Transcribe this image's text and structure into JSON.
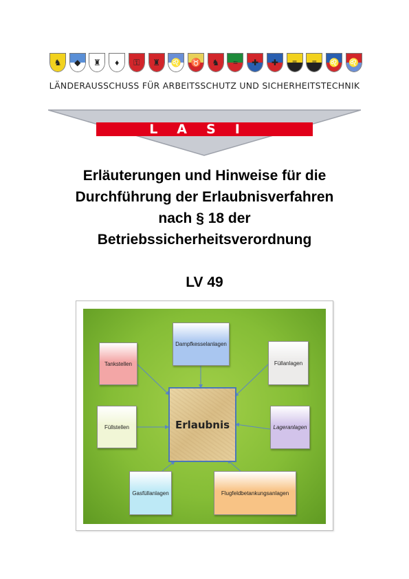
{
  "header": {
    "crests": [
      {
        "icon": "crest-baden-wuerttemberg-icon",
        "top": "#f2d21e",
        "bottom": "#f2d21e",
        "glyph": "♞"
      },
      {
        "icon": "crest-bayern-icon",
        "top": "#5a8fd6",
        "bottom": "#ffffff",
        "glyph": "◆"
      },
      {
        "icon": "crest-berlin-icon",
        "top": "#ffffff",
        "bottom": "#ffffff",
        "glyph": "♜"
      },
      {
        "icon": "crest-brandenburg-icon",
        "top": "#ffffff",
        "bottom": "#ffffff",
        "glyph": "♦"
      },
      {
        "icon": "crest-bremen-icon",
        "top": "#d2262b",
        "bottom": "#d2262b",
        "glyph": "⚿"
      },
      {
        "icon": "crest-hamburg-icon",
        "top": "#d2262b",
        "bottom": "#d2262b",
        "glyph": "♜"
      },
      {
        "icon": "crest-hessen-icon",
        "top": "#6a8fd6",
        "bottom": "#ffffff",
        "glyph": "♌"
      },
      {
        "icon": "crest-mecklenburg-vorpommern-icon",
        "top": "#e8d15a",
        "bottom": "#d2262b",
        "glyph": "♉"
      },
      {
        "icon": "crest-niedersachsen-icon",
        "top": "#d2262b",
        "bottom": "#d2262b",
        "glyph": "♞"
      },
      {
        "icon": "crest-nordrhein-westfalen-icon",
        "top": "#1e8a3a",
        "bottom": "#d2262b",
        "glyph": "≈"
      },
      {
        "icon": "crest-rheinland-pfalz-icon",
        "top": "#d2262b",
        "bottom": "#2a5fb0",
        "glyph": "✚"
      },
      {
        "icon": "crest-saarland-icon",
        "top": "#2a5fb0",
        "bottom": "#d2262b",
        "glyph": "✚"
      },
      {
        "icon": "crest-sachsen-icon",
        "top": "#f2d21e",
        "bottom": "#222222",
        "glyph": "≡"
      },
      {
        "icon": "crest-sachsen-anhalt-icon",
        "top": "#f2d21e",
        "bottom": "#222222",
        "glyph": "≡"
      },
      {
        "icon": "crest-schleswig-holstein-icon",
        "top": "#2a5fb0",
        "bottom": "#d2262b",
        "glyph": "♌"
      },
      {
        "icon": "crest-thueringen-icon",
        "top": "#d2262b",
        "bottom": "#6a8fd6",
        "glyph": "♌"
      }
    ],
    "org_name": "LÄNDERAUSSCHUSS FÜR ARBEITSSCHUTZ UND SICHERHEITSTECHNIK",
    "logo_text": "LASI",
    "logo_colors": {
      "triangle": "#c9ccd3",
      "triangle_edge": "#9da1aa",
      "band": "#e1001a",
      "letters": "#ffffff"
    }
  },
  "title": {
    "lines": [
      "Erläuterungen und Hinweise für die",
      "Durchführung der Erlaubnisverfahren",
      "nach § 18 der",
      "Betriebssicherheitsverordnung"
    ],
    "lv": "LV 49"
  },
  "diagram": {
    "center": {
      "label": "Erlaubnis"
    },
    "nodes": [
      {
        "id": "dampfkessel",
        "label": "Dampfkesselanlagen",
        "color": "#a9c6f0",
        "italic": false
      },
      {
        "id": "tankstellen",
        "label": "Tankstellen",
        "color": "#f3a6a6",
        "italic": false
      },
      {
        "id": "fuellanlagen",
        "label": "Füllanlagen",
        "color": "#ecebea",
        "italic": false
      },
      {
        "id": "fuellstellen",
        "label": "Füllstellen",
        "color": "#f1f6d6",
        "italic": false
      },
      {
        "id": "lageranlagen",
        "label": "Lageranlagen",
        "color": "#d2c3ea",
        "italic": true
      },
      {
        "id": "gasfuellanlagen",
        "label": "Gasfüllanlagen",
        "color": "#bde9f6",
        "italic": false
      },
      {
        "id": "flugfeld",
        "label": "Flugfeldbetankungsanlagen",
        "color": "#f8c385",
        "italic": false
      }
    ],
    "arrow_color": "#5b86c4"
  }
}
